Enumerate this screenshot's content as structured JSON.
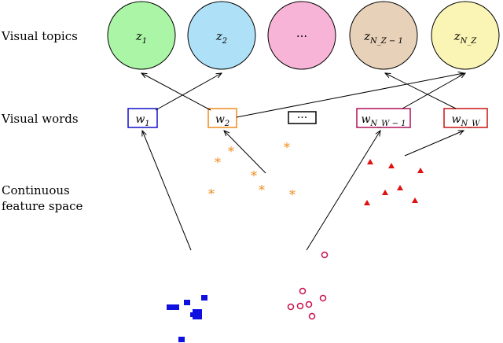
{
  "row_labels": {
    "topics": "Visual topics",
    "words": "Visual words",
    "feature_line1": "Continuous",
    "feature_line2": "feature space"
  },
  "topics": [
    {
      "main": "z",
      "sub": "1",
      "color": "#aaf5a6"
    },
    {
      "main": "z",
      "sub": "2",
      "color": "#aee0f7"
    },
    {
      "main": "···",
      "sub": "",
      "color": "#f8b4d6"
    },
    {
      "main": "z",
      "sub": "N_Z − 1",
      "color": "#e7d1b9"
    },
    {
      "main": "z",
      "sub": "N_Z",
      "color": "#fbf5b5"
    }
  ],
  "words": [
    {
      "main": "w",
      "sub": "1",
      "color": "#1010c8"
    },
    {
      "main": "w",
      "sub": "2",
      "color": "#f08a1c"
    },
    {
      "main": "···",
      "sub": "",
      "color": "#000000"
    },
    {
      "main": "w",
      "sub": "N_W − 1",
      "color": "#b0105a"
    },
    {
      "main": "w",
      "sub": "N_W",
      "color": "#c81414"
    }
  ],
  "colors": {
    "blue_squares": "#1010e0",
    "orange_stars": "#f08a1c",
    "red_triangles": "#e01010",
    "crimson_circles": "#c8104a",
    "arrows": "#000000"
  }
}
